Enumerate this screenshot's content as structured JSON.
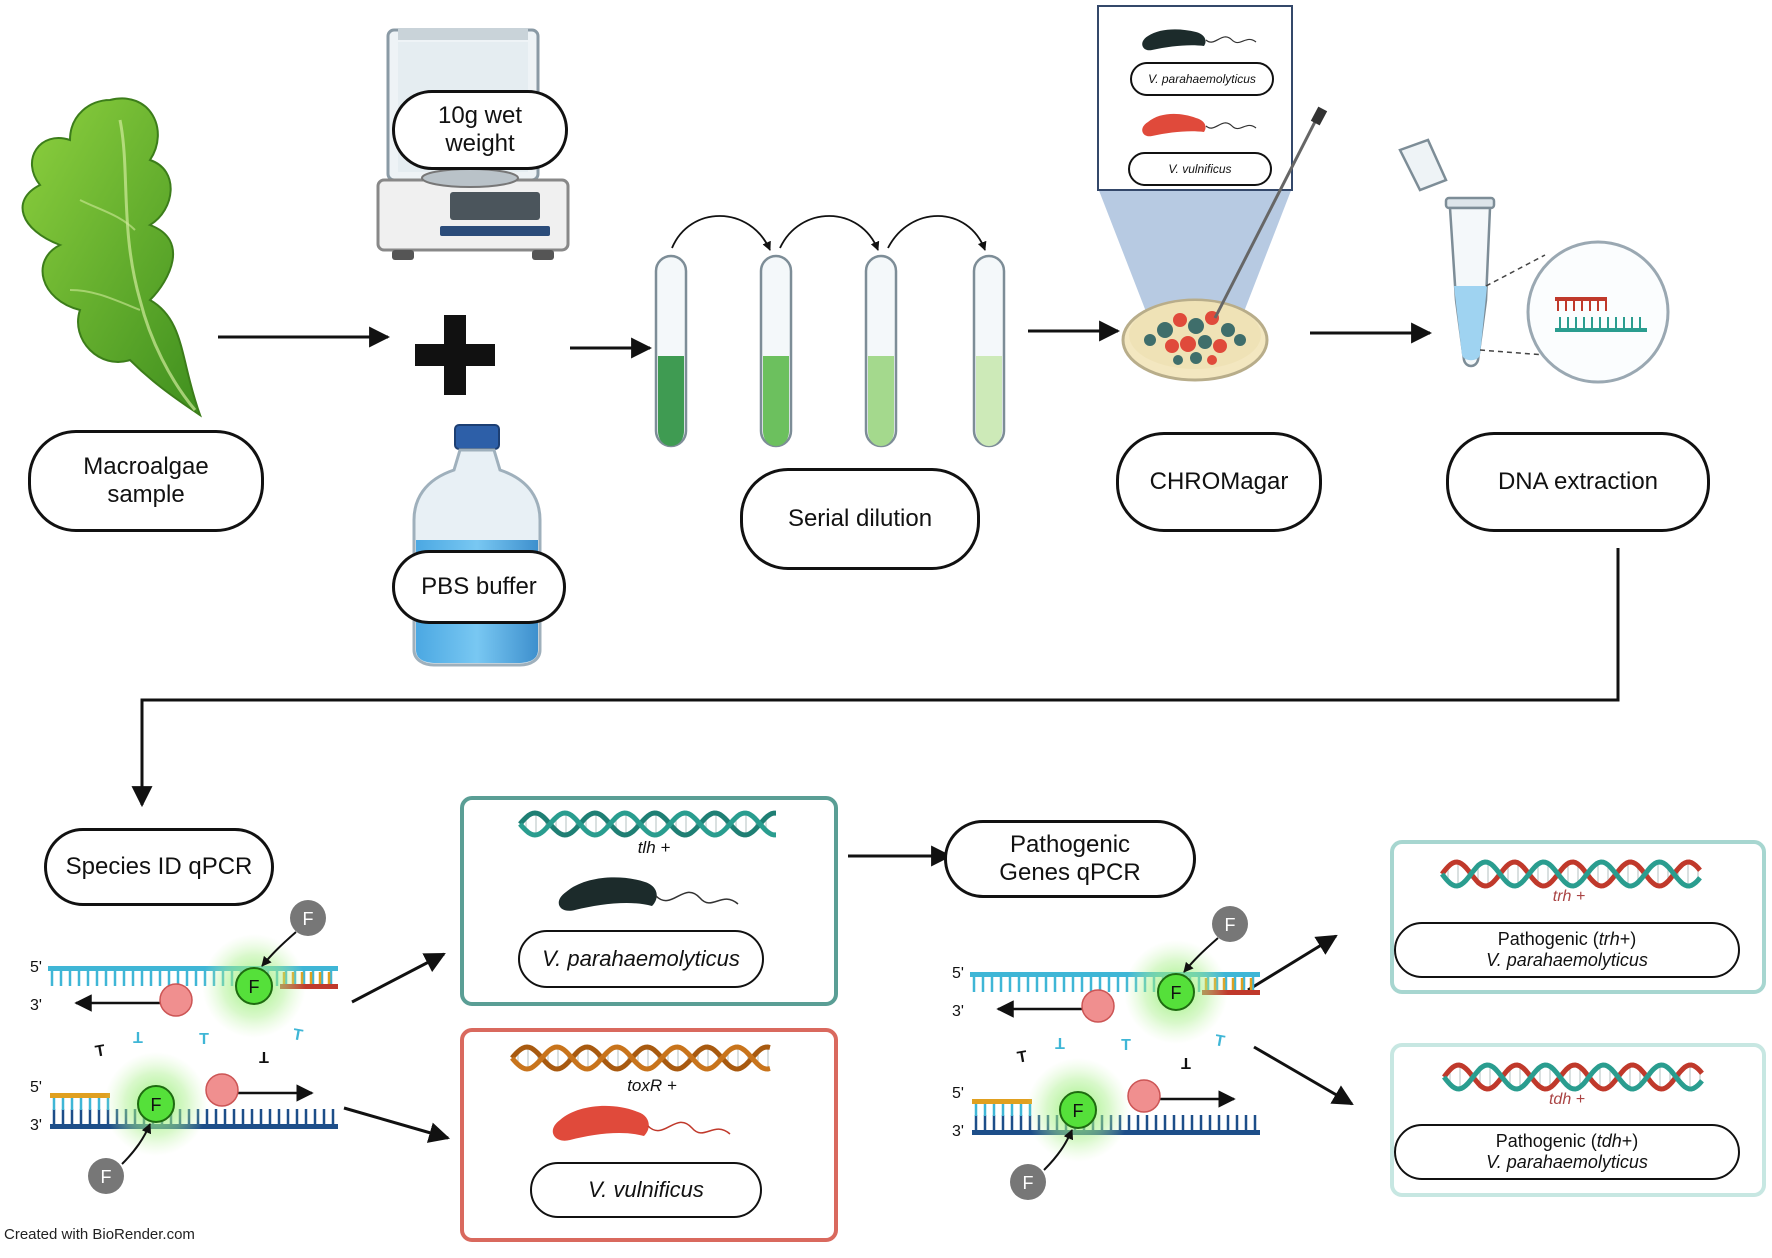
{
  "steps": {
    "macroalgae": [
      "Macroalgae",
      "sample"
    ],
    "weight": [
      "10g wet",
      "weight"
    ],
    "pbs": "PBS buffer",
    "serial": "Serial dilution",
    "chromagar": "CHROMagar",
    "dna": "DNA extraction",
    "species_qpcr": "Species ID qPCR",
    "pathogenic_qpcr": [
      "Pathogenic",
      "Genes qPCR"
    ]
  },
  "zoom_labels": {
    "vp": "V. parahaemolyticus",
    "vv": "V. vulnificus"
  },
  "results": {
    "vp_gene": "tlh +",
    "vp_name": "V. parahaemolyticus",
    "vv_gene": "toxR +",
    "vv_name": "V. vulnificus",
    "trh_gene": "trh +",
    "trh_line1_pre": "Pathogenic (",
    "trh_line1_gene": "trh",
    "trh_line1_post": "+)",
    "trh_line2": "V. parahaemolyticus",
    "tdh_gene": "tdh +",
    "tdh_line1_pre": "Pathogenic (",
    "tdh_line1_gene": "tdh",
    "tdh_line1_post": "+)",
    "tdh_line2": "V. parahaemolyticus"
  },
  "probe": {
    "five_prime": "5'",
    "three_prime": "3'",
    "fluor": "F",
    "nucleotide": "T"
  },
  "credit": "Created with BioRender.com",
  "colors": {
    "teal_card": "#5a9e95",
    "red_card": "#d9695e",
    "light_teal_card": "#a7d6d0",
    "vp_cell": "#1c2b2b",
    "vv_cell": "#e04a3b",
    "dna_teal": "#2a9d8f",
    "dna_red": "#c0392b",
    "dna_orange": "#c8741c",
    "fluor_green": "#55e03a"
  }
}
